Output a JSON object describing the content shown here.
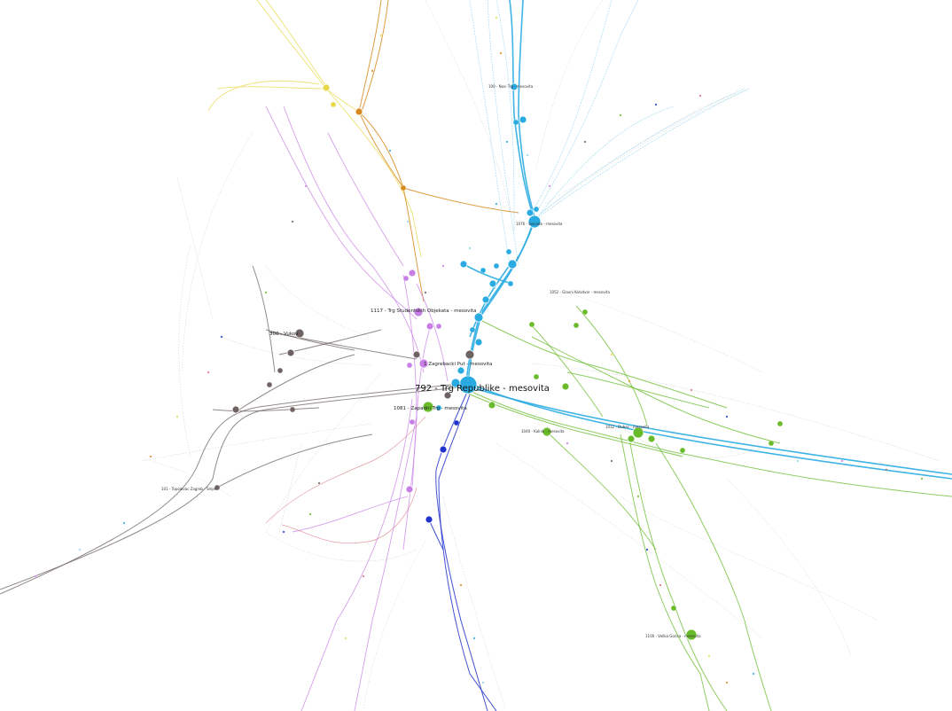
{
  "palette": {
    "yellow": "#e8d84a",
    "orange": "#d98a1e",
    "cyan": "#29abe2",
    "lightcyan": "#8fd3ee",
    "purple": "#c77fe6",
    "gray": "#6e6262",
    "green": "#6abb2c",
    "blue": "#2233cc",
    "red": "#d9707a",
    "faint": "#b9b9b9"
  },
  "labels": {
    "main_hub": "792 - Trg Republike - mesovita",
    "hub_hotel": "1117 - Trg Studentskih Objekata - mesovita",
    "hub_west": "300 - Vukov",
    "hub_center": "1 Zagrebacki Put - mesovita",
    "hub_south": "1081 - Zapadni Trg - mesovita",
    "hub_sw": "101 - Topolovac Zagreb - Smjer",
    "hub_east": "1040 - Kalnik - mesovita",
    "hub_east2": "1012 - Dubec - mesovita",
    "hub_north": "100 - Novi Trg - mesovita",
    "hub_ne": "1076 - Sesvete - mesovita",
    "hub_se": "1052 - Glavni Kolodvor - mesovita",
    "hub_far_se": "1100 - Velika Gorica - mesovita"
  }
}
